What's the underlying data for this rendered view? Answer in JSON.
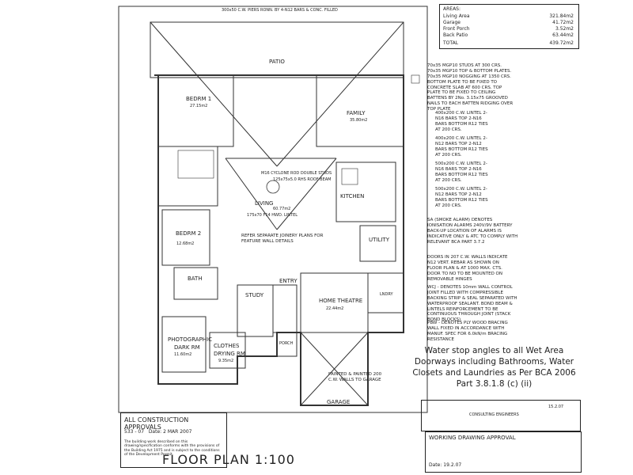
{
  "areas": {
    "title": "AREAS:",
    "rows": [
      {
        "label": "Living Area",
        "value": "321.84m2"
      },
      {
        "label": "Garage",
        "value": "41.72m2"
      },
      {
        "label": "Front Porch",
        "value": "3.52m2"
      },
      {
        "label": "Back Patio",
        "value": "63.44m2"
      }
    ],
    "total_label": "TOTAL",
    "total_value": "439.72m2"
  },
  "rooms": {
    "patio": "PATIO",
    "bedrm1": "BEDRM 1",
    "family": "FAMILY",
    "living": "LIVING",
    "kitchen": "KITCHEN",
    "bedrm2": "BEDRM 2",
    "utility": "UTILITY",
    "bath": "BATH",
    "study": "STUDY",
    "entry": "ENTRY",
    "porch": "PORCH",
    "home_theatre": "HOME THEATRE",
    "photographic": "PHOTOGRAPHIC",
    "dark_rm": "DARK RM",
    "clothes": "CLOTHES",
    "drying_rm": "DRYING RM",
    "garage": "GARAGE",
    "lndry": "LNDRY"
  },
  "room_areas": {
    "bedrm1": "27.15m2",
    "family": "35.80m2",
    "living": "60.77m2",
    "bedrm2": "12.68m2",
    "home_theatre": "22.44m2",
    "photographic": "11.60m2",
    "clothes": "9.35m2"
  },
  "notes": {
    "framing": "70x35 MGP10 STUDS AT 300 CRS. 70x35 MGP10 TOP & BOTTOM PLATES. 70x35 MGP10 NOGGING AT 1350 CRS. BOTTOM PLATE TO BE FIXED TO CONCRETE SLAB AT 600 CRS. TOP PLATE TO BE FIXED TO CEILING BATTENS BY 2No. 3.15x75 GROOVED NAILS TO EACH BATTEN RIDGING OVER TOP PLATE",
    "l1": "400x200 C.W. LINTEL 2-N16 BARS TOP 2-N16 BARS BOTTOM R12 TIES AT 200 CRS.",
    "l2": "400x200 C.W. LINTEL 2-N12 BARS TOP 2-N12 BARS BOTTOM R12 TIES AT 200 CRS.",
    "l3": "500x200 C.W. LINTEL 2-N16 BARS TOP 2-N16 BARS BOTTOM R12 TIES AT 200 CRS.",
    "l4": "500x200 C.W. LINTEL 2-N12 BARS TOP 2-N12 BARS BOTTOM R12 TIES AT 200 CRS.",
    "smoke": "SA (SMOKE ALARM) DENOTES IONISATION ALARMS 240V/9V BATTERY BACK-UP LOCATION OF ALARMS IS INDICATIVE ONLY & ATC TO COMPLY WITH RELEVANT BCA PART 3.7.2",
    "doors": "DOORS IN 207 C.W. WALLS INDICATE N12 VERT. REBAR AS SHOWN ON FLOOR PLAN & AT 1000 MAX. CTS. DOOR TO NO TO BE MOUNTED ON REMOVABLE HINGES",
    "wcj": "WCJ - DENOTES 10mm WALL CONTROL JOINT FILLED WITH COMPRESSIBLE BACKING STRIP & SEAL SEPARATED WITH WATERPROOF SEALANT. BOND BEAM & LINTELS REINFORCEMENT TO BE CONTINUOUS THROUGH JOINT (STACK BOND BLOCKS)",
    "pbw": "PBW - DENOTES PLY WOOD BRACING WALL FIXED IN ACCORDANCE WITH MANUF. SPEC FOR 6.0kN/m BRACING RESISTANCE",
    "water_stop": "Water stop angles to all Wet Area Doorways including Bathrooms, Water Closets and Laundries as Per BCA 2006 Part 3.8.1.8 (c) (ii)"
  },
  "approvals": {
    "header": "ALL CONSTRUCTION APPROVALS",
    "permit": "533 - 07",
    "date_label": "Date:",
    "date": "2 MAR 2007",
    "body": "The building work described on this drawing/specification conforms with the provisions of the Building Act 1975 and is subject to the conditions of the Development Permit."
  },
  "plan_title": "FLOOR PLAN 1:100",
  "working_drawing": {
    "header": "WORKING DRAWING APPROVAL",
    "date_label": "Date:",
    "date": "19.2.07"
  },
  "engineer": {
    "name": "CONSULTING ENGINEERS",
    "date": "15.2.07"
  },
  "labels": {
    "living_notes": "M16 CYCLONE ROD DOUBLE STUDS",
    "beam": "125x75x5.0 RHS ROOF BEAM",
    "lintel": "175x70 F14 HWD. LINTEL",
    "joinery": "REFER SEPARATE JOINERY PLANS FOR FEATURE WALL DETAILS",
    "garage_note": "PAINTED & PAINTED 200 C.W. WALLS TO GARAGE",
    "patio_note": "300x50 C.W. PIERS RONN. BY 4-N12 BARS & CONC. FILLED"
  }
}
